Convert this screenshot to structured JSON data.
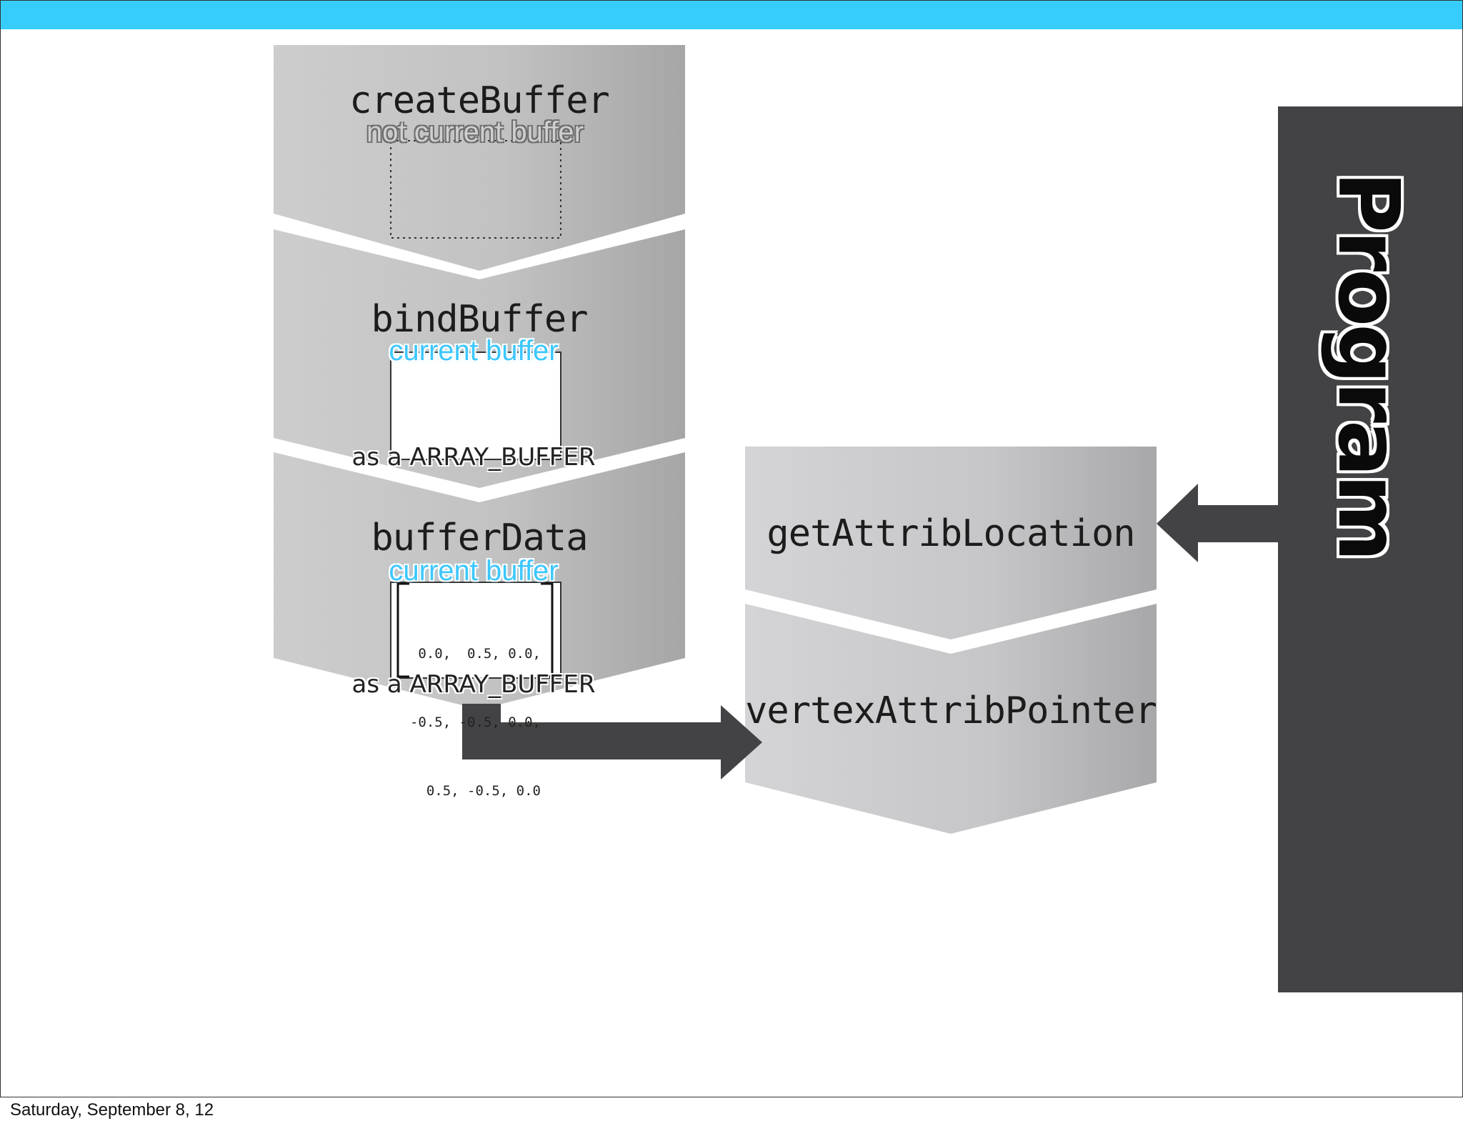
{
  "steps": {
    "create": {
      "title": "createBuffer",
      "state": "not current buffer"
    },
    "bind": {
      "title": "bindBuffer",
      "state": "current buffer",
      "as": "as a ARRAY_BUFFER"
    },
    "data": {
      "title": "bufferData",
      "state": "current buffer",
      "as": "as a ARRAY_BUFFER",
      "values": [
        "0.0,  0.5, 0.0,",
        "-0.5, -0.5, 0.0,",
        "0.5, -0.5, 0.0"
      ]
    }
  },
  "attrib": {
    "get": "getAttribLocation",
    "pointer": "vertexAttribPointer"
  },
  "program": {
    "label": "Program"
  },
  "footer": "Saturday, September 8, 12",
  "colors": {
    "accent": "#36cdfd",
    "dark": "#434244",
    "current": "#3cc7ff"
  }
}
